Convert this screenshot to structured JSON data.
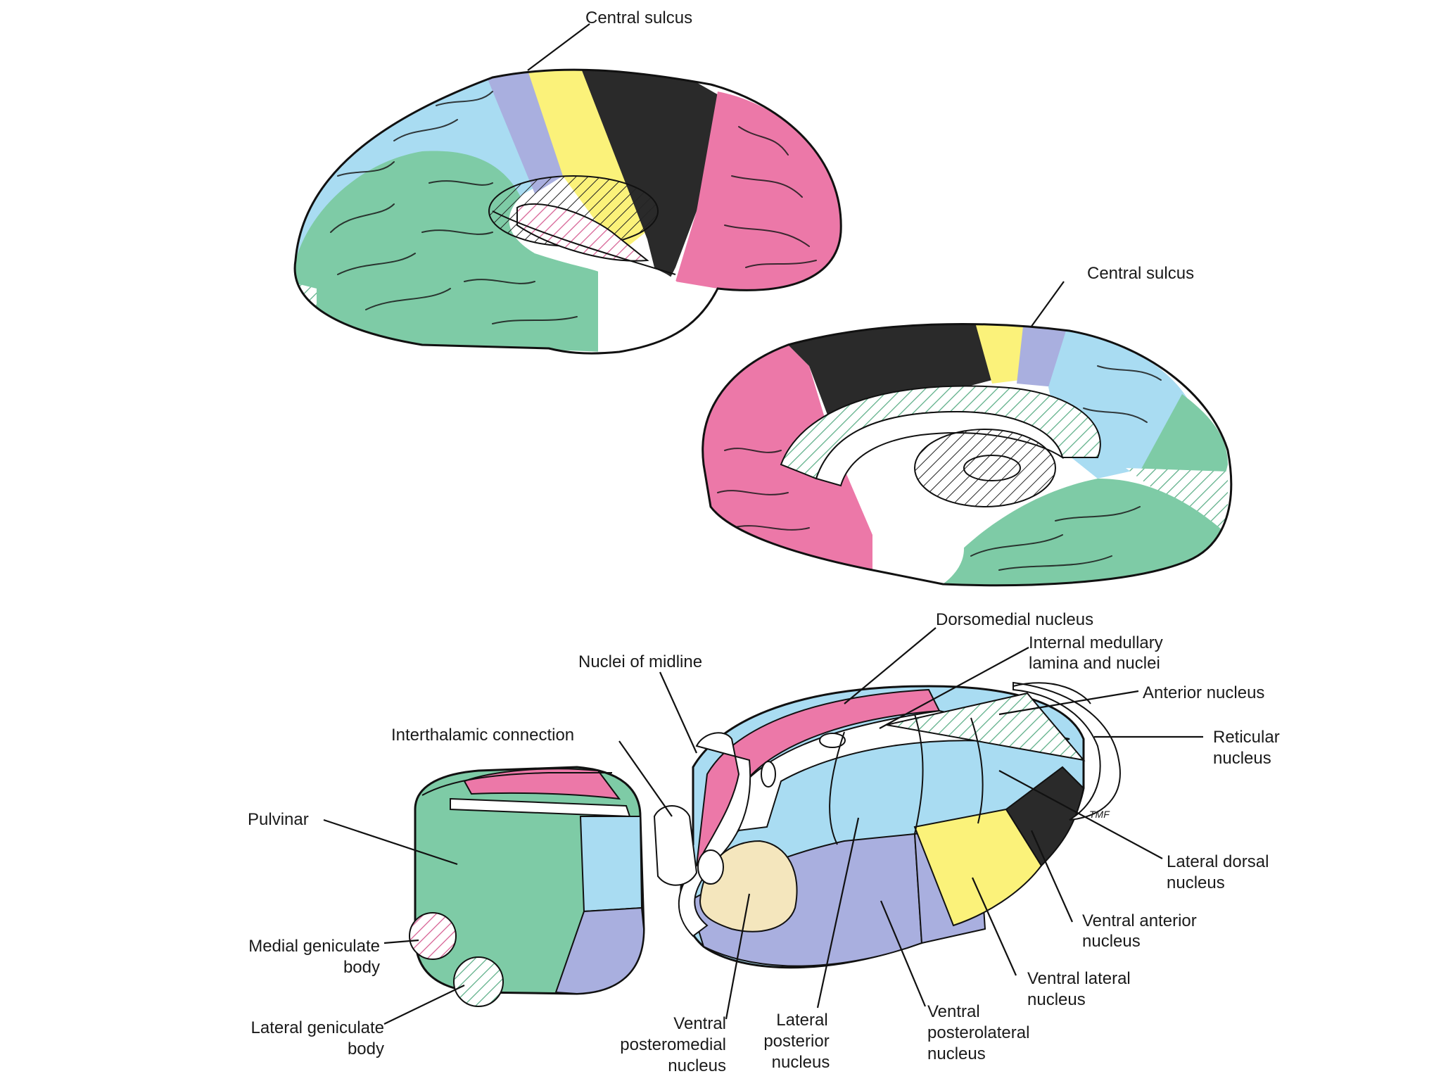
{
  "colors": {
    "green": "#7ecba6",
    "lightblue": "#a9dcf2",
    "lavender": "#a9afdf",
    "yellow": "#fbf27a",
    "black": "#2a2a2a",
    "pink": "#ec78a8",
    "cream": "#f4e6bd",
    "white": "#ffffff"
  },
  "labels": {
    "central_sulcus_top": "Central sulcus",
    "central_sulcus_medial": "Central sulcus",
    "dorsomedial": "Dorsomedial nucleus",
    "internal_medullary_1": "Internal medullary",
    "internal_medullary_2": "lamina and nuclei",
    "nuclei_midline": "Nuclei of midline",
    "anterior_nucleus": "Anterior nucleus",
    "interthalamic": "Interthalamic connection",
    "reticular_1": "Reticular",
    "reticular_2": "nucleus",
    "pulvinar": "Pulvinar",
    "lateral_dorsal_1": "Lateral dorsal",
    "lateral_dorsal_2": "nucleus",
    "ventral_anterior_1": "Ventral anterior",
    "ventral_anterior_2": "nucleus",
    "medial_geniculate_1": "Medial geniculate",
    "medial_geniculate_2": "body",
    "ventral_lateral_1": "Ventral lateral",
    "ventral_lateral_2": "nucleus",
    "lateral_geniculate_1": "Lateral geniculate",
    "lateral_geniculate_2": "body",
    "vpm_1": "Ventral",
    "vpm_2": "posteromedial",
    "vpm_3": "nucleus",
    "lp_1": "Lateral",
    "lp_2": "posterior",
    "lp_3": "nucleus",
    "vpl_1": "Ventral",
    "vpl_2": "posterolateral",
    "vpl_3": "nucleus"
  },
  "signature": "TMF"
}
